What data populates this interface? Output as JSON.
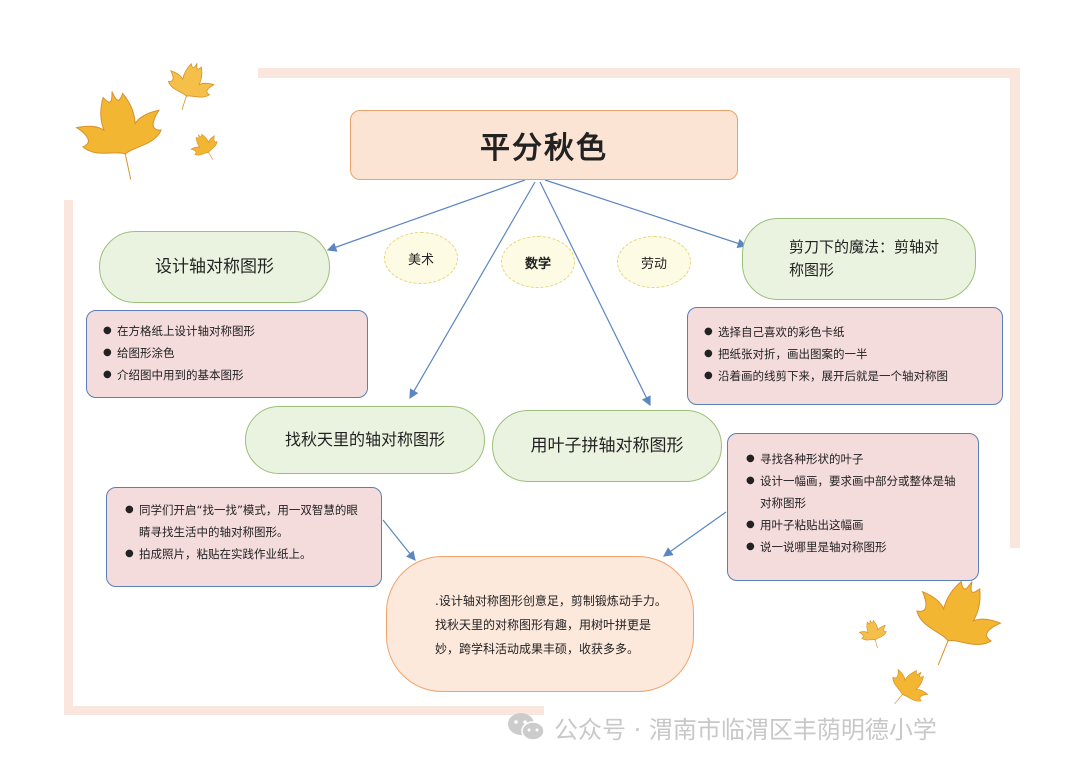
{
  "title": "平分秋色",
  "subjects": {
    "art": "美术",
    "math": "数学",
    "labor": "劳动"
  },
  "topics": {
    "design": "设计轴对称图形",
    "scissors": "剪刀下的魔法：剪轴对称图形",
    "find": "找秋天里的轴对称图形",
    "leaves": "用叶子拼轴对称图形"
  },
  "steps": {
    "design": [
      "在方格纸上设计轴对称图形",
      "给图形涂色",
      "介绍图中用到的基本图形"
    ],
    "scissors": [
      "选择自己喜欢的彩色卡纸",
      "把纸张对折，画出图案的一半",
      "沿着画的线剪下来，展开后就是一个轴对称图"
    ],
    "find": [
      "同学们开启“找一找”模式，用一双智慧的眼睛寻找生活中的轴对称图形。",
      "拍成照片，粘贴在实践作业纸上。"
    ],
    "leaves": [
      "寻找各种形状的叶子",
      "设计一幅画，要求画中部分或整体是轴对称图形",
      "用叶子粘贴出这幅画",
      "说一说哪里是轴对称图形"
    ]
  },
  "summary": ".设计轴对称图形创意足，剪制锻炼动手力。找秋天里的对称图形有趣，用树叶拼更是妙，跨学科活动成果丰硕，收获多多。",
  "watermark": "公众号 · 渭南市临渭区丰荫明德小学",
  "icons": [
    "maple-leaf-icon",
    "wechat-icon"
  ],
  "colors": {
    "title_fill": "#fce4d4",
    "green_fill": "#eaf3e0",
    "pink_fill": "#f4dbdc",
    "arrow": "#5b86c2",
    "leaf": "#f2b632"
  }
}
